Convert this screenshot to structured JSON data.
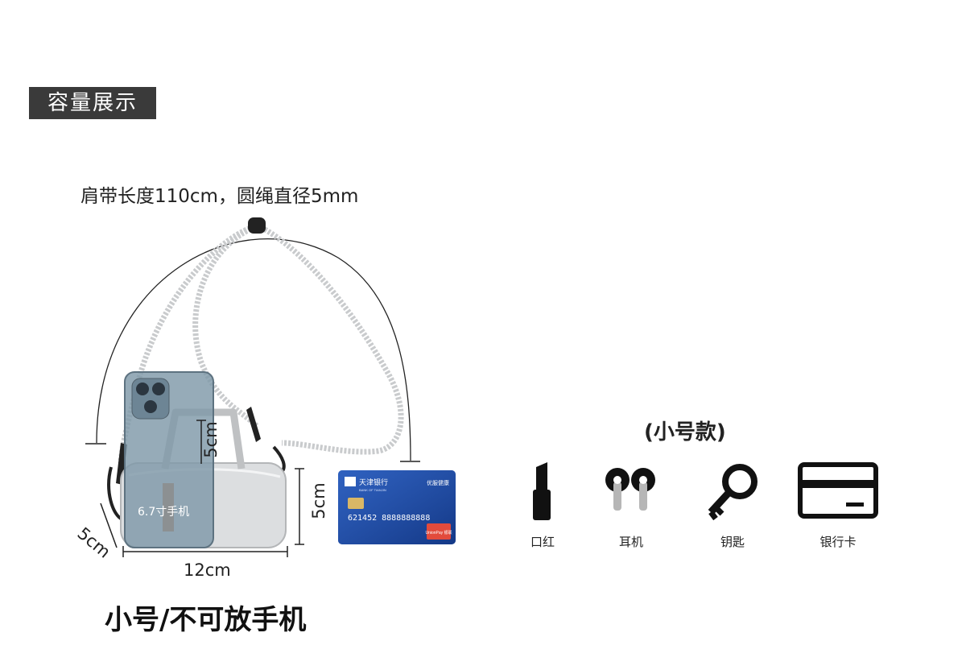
{
  "section_title": "容量展示",
  "strap_note": "肩带长度110cm，圆绳直径5mm",
  "dimensions": {
    "width": "12cm",
    "height": "5cm",
    "handle_height": "5cm",
    "depth": "5cm"
  },
  "phone_label": "6.7寸手机",
  "card": {
    "bank_name": "天津银行",
    "bank_name_en": "BANK OF TIANJIN",
    "brand_right": "优服健康",
    "number": "621452 8888888888",
    "network": "UnionPay 银联"
  },
  "variant_title": "小号/不可放手机",
  "size_label": "(小号款)",
  "items": [
    {
      "icon": "lipstick-icon",
      "label": "口红"
    },
    {
      "icon": "earbuds-icon",
      "label": "耳机"
    },
    {
      "icon": "key-icon",
      "label": "钥匙"
    },
    {
      "icon": "bank-card-icon",
      "label": "银行卡"
    }
  ],
  "colors": {
    "badge_bg": "#3a3a3a",
    "card_blue": "#1f4ea8",
    "bag_silver": "#d7d9db",
    "phone_blue": "#7f98a8",
    "icon_black": "#111111"
  }
}
